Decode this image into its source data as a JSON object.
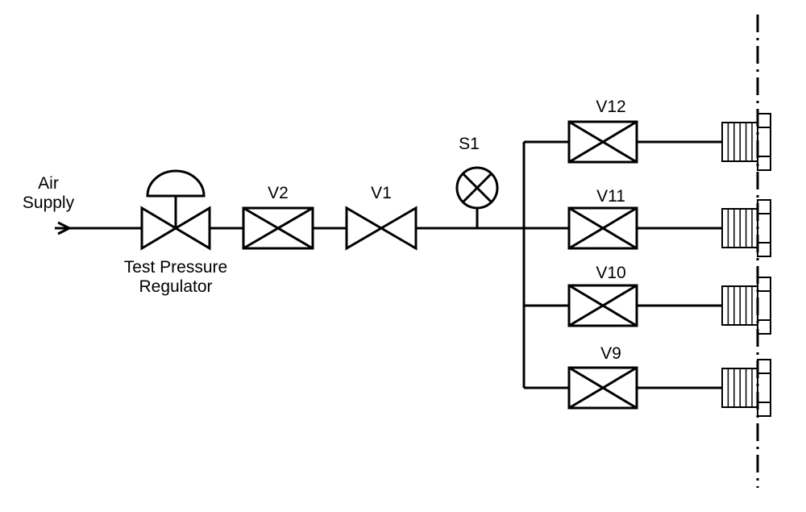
{
  "labels": {
    "air_supply": [
      "Air",
      "Supply"
    ],
    "regulator": [
      "Test Pressure",
      "Regulator"
    ],
    "v2": "V2",
    "v1": "V1",
    "s1": "S1",
    "v12": "V12",
    "v11": "V11",
    "v10": "V10",
    "v9": "V9"
  },
  "components": [
    {
      "name": "Test Pressure Regulator",
      "type": "pressure-regulator"
    },
    {
      "name": "V2",
      "type": "gate-valve"
    },
    {
      "name": "V1",
      "type": "globe-valve"
    },
    {
      "name": "S1",
      "type": "sensor"
    },
    {
      "name": "V12",
      "type": "gate-valve"
    },
    {
      "name": "V11",
      "type": "gate-valve"
    },
    {
      "name": "V10",
      "type": "gate-valve"
    },
    {
      "name": "V9",
      "type": "gate-valve"
    }
  ],
  "connections": [
    [
      "Air Supply",
      "Test Pressure Regulator"
    ],
    [
      "Test Pressure Regulator",
      "V2"
    ],
    [
      "V2",
      "V1"
    ],
    [
      "V1",
      "S1"
    ],
    [
      "V1",
      "V12"
    ],
    [
      "V1",
      "V11"
    ],
    [
      "V1",
      "V10"
    ],
    [
      "V1",
      "V9"
    ]
  ]
}
